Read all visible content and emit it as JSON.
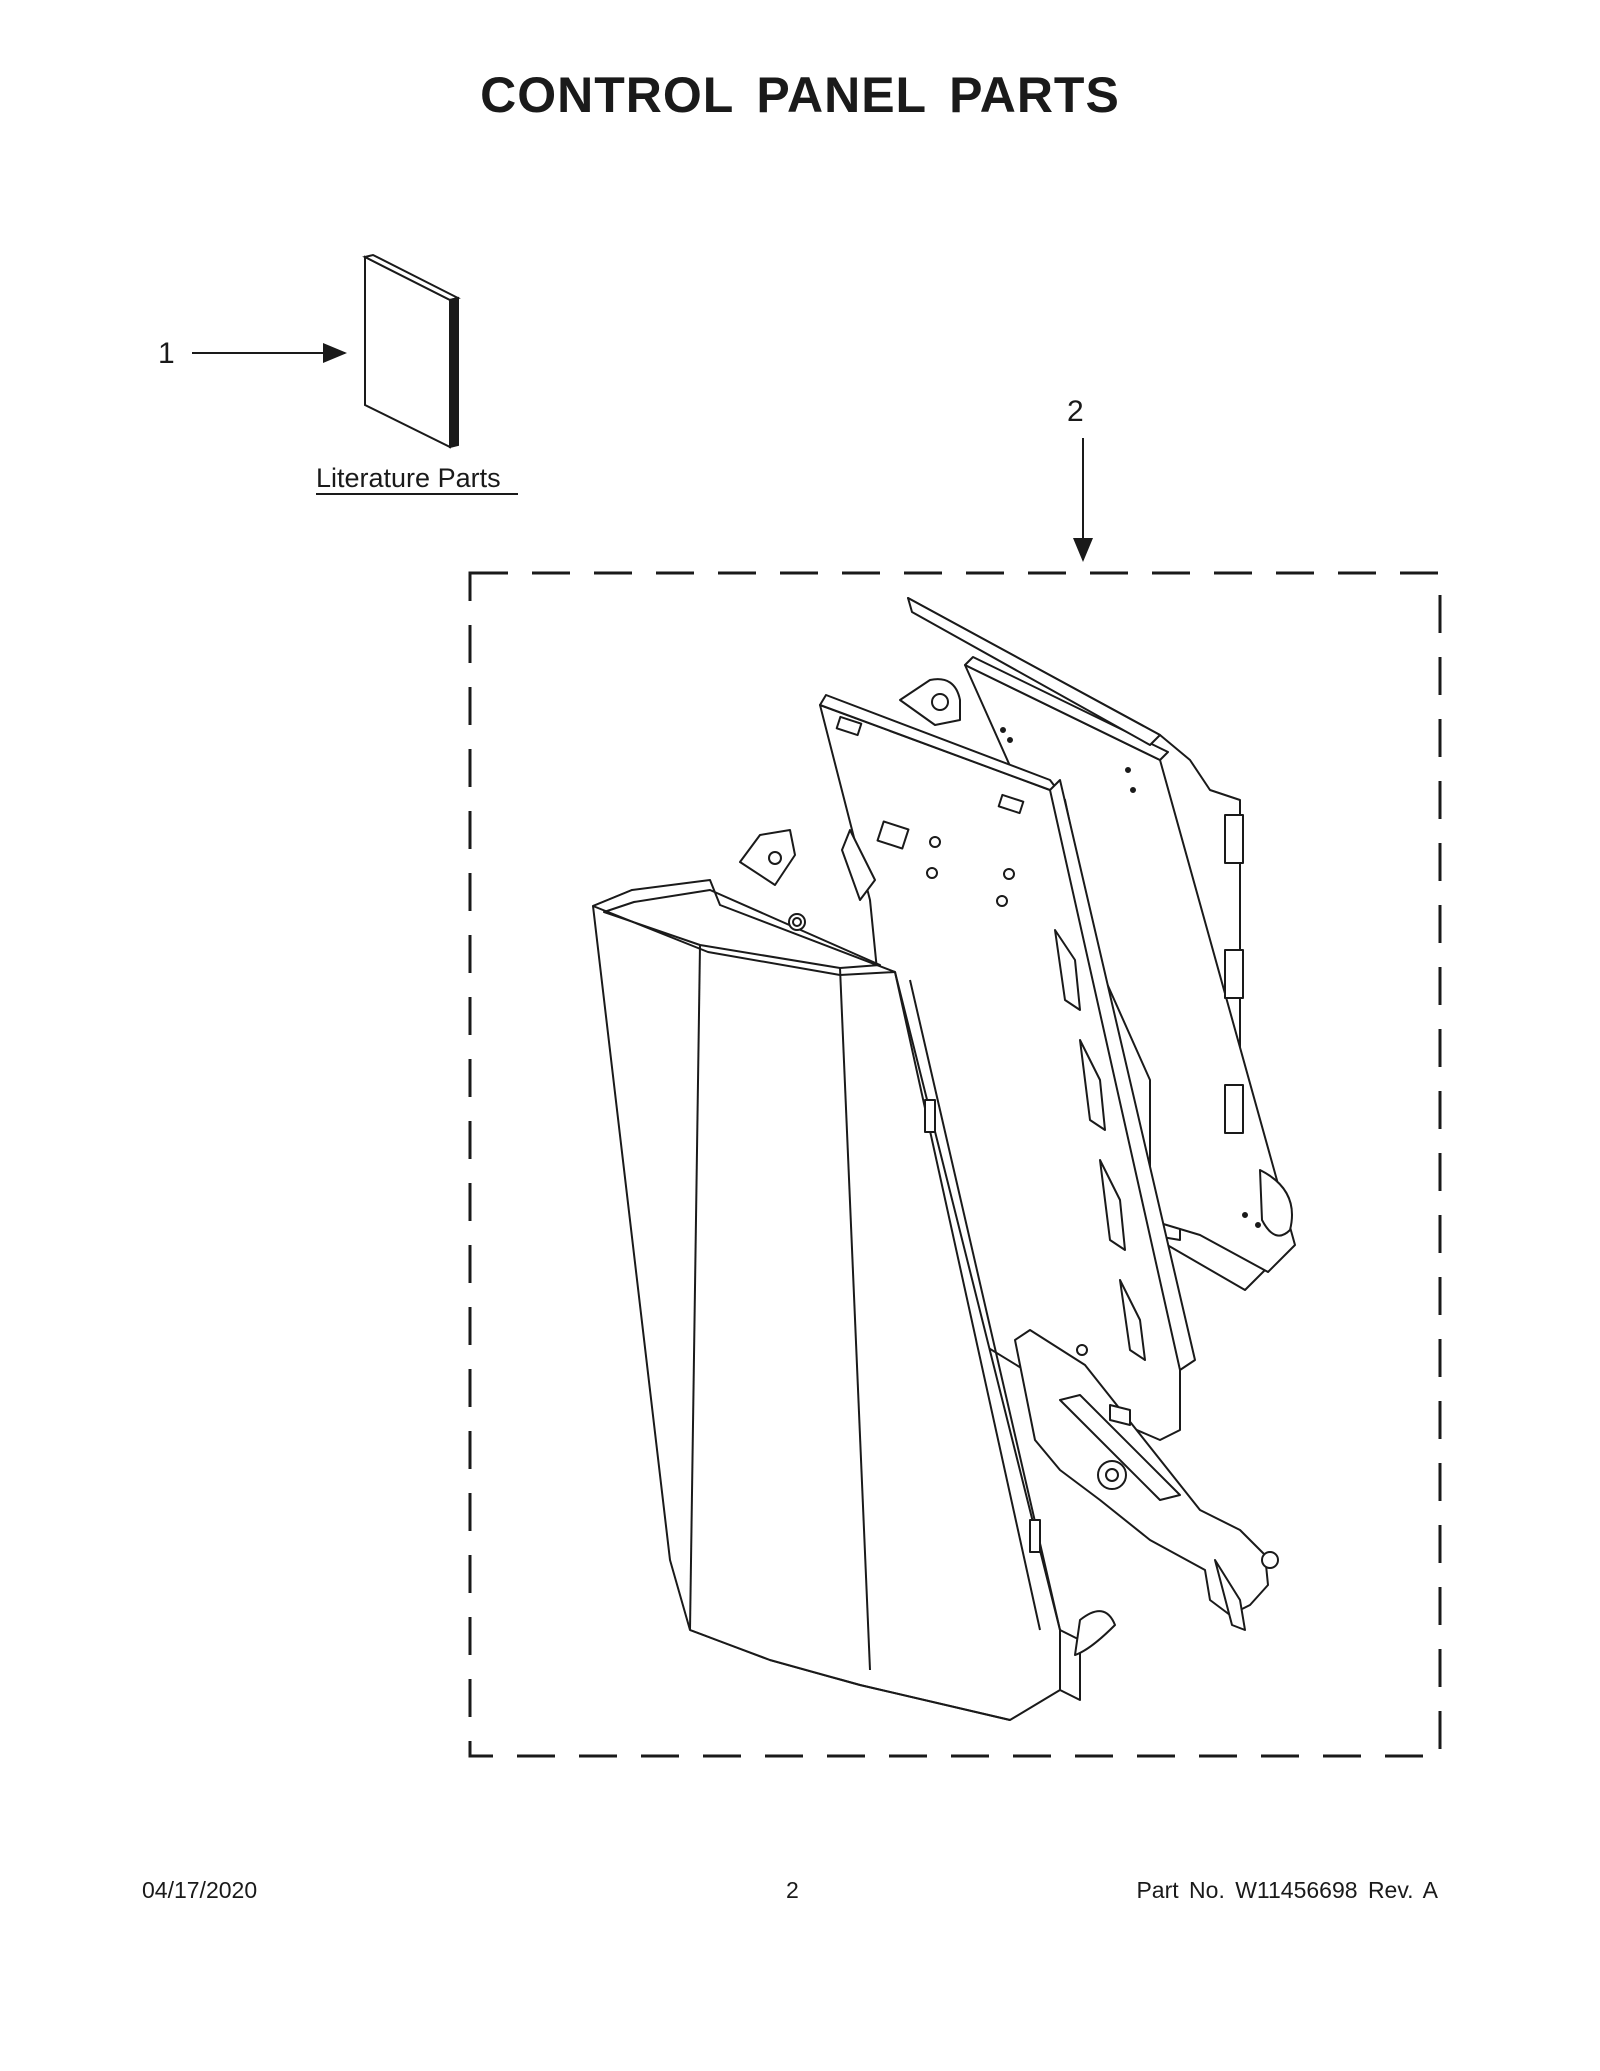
{
  "title": "CONTROL PANEL PARTS",
  "callouts": {
    "item1": "1",
    "item2": "2",
    "literature_label": "Literature Parts"
  },
  "footer": {
    "date": "04/17/2020",
    "page": "2",
    "part_number": "Part No.  W11456698  Rev.  A"
  }
}
